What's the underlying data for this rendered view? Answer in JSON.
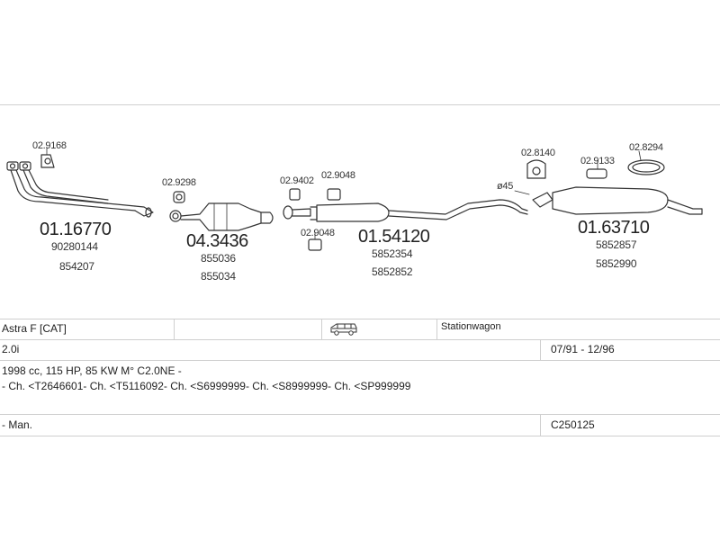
{
  "parts": {
    "p1": {
      "small": "02.9168",
      "main": "01.16770",
      "oem1": "90280144",
      "oem2": "854207"
    },
    "p2": {
      "small": "02.9298",
      "main": "04.3436",
      "oem1": "855036",
      "oem2": "855034"
    },
    "p3": {
      "small_a": "02.9402",
      "small_b": "02.9048",
      "small_c": "02.9048",
      "main": "01.54120",
      "oem1": "5852354",
      "oem2": "5852852"
    },
    "p4": {
      "small_a": "02.8140",
      "small_b": "02.9133",
      "small_c": "02.8294",
      "diameter": "ø45",
      "main": "01.63710",
      "oem1": "5852857",
      "oem2": "5852990"
    }
  },
  "table": {
    "model": "Astra F  [CAT]",
    "body_type": "Stationwagon",
    "engine": "2.0i",
    "years": "07/91 - 12/96",
    "engine_details": "1998 cc, 115 HP, 85 KW M° C2.0NE -",
    "chassis": "- Ch. <T2646601- Ch. <T5116092- Ch. <S6999999- Ch. <S8999999- Ch. <SP999999",
    "gearbox": "- Man.",
    "code": "C250125"
  },
  "icons": {
    "car": "station-wagon-icon"
  },
  "colors": {
    "line": "#cfcfcf",
    "drawing": "#333333"
  }
}
